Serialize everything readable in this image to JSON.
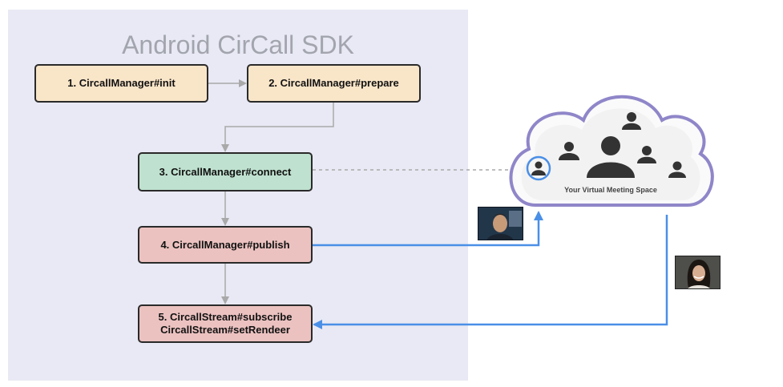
{
  "panel": {
    "title": "Android CirCall SDK"
  },
  "steps": [
    {
      "line1": "1. CircallManager#init"
    },
    {
      "line1": "2. CircallManager#prepare"
    },
    {
      "line1": "3. CircallManager#connect"
    },
    {
      "line1": "4. CircallManager#publish"
    },
    {
      "line1": "5. CircallStream#subscribe",
      "line2": "CircallStream#setRendeer"
    }
  ],
  "cloud": {
    "label": "Your Virtual Meeting Space"
  },
  "colors": {
    "panel_bg": "#e8e9f4",
    "orange_box": "#f9e5c8",
    "green_box": "#bfe1cf",
    "red_box": "#ebc2c0",
    "blue_arrow": "#4a8fe7",
    "gray_arrow": "#a9a9a9",
    "cloud_outline": "#8f86c9"
  }
}
